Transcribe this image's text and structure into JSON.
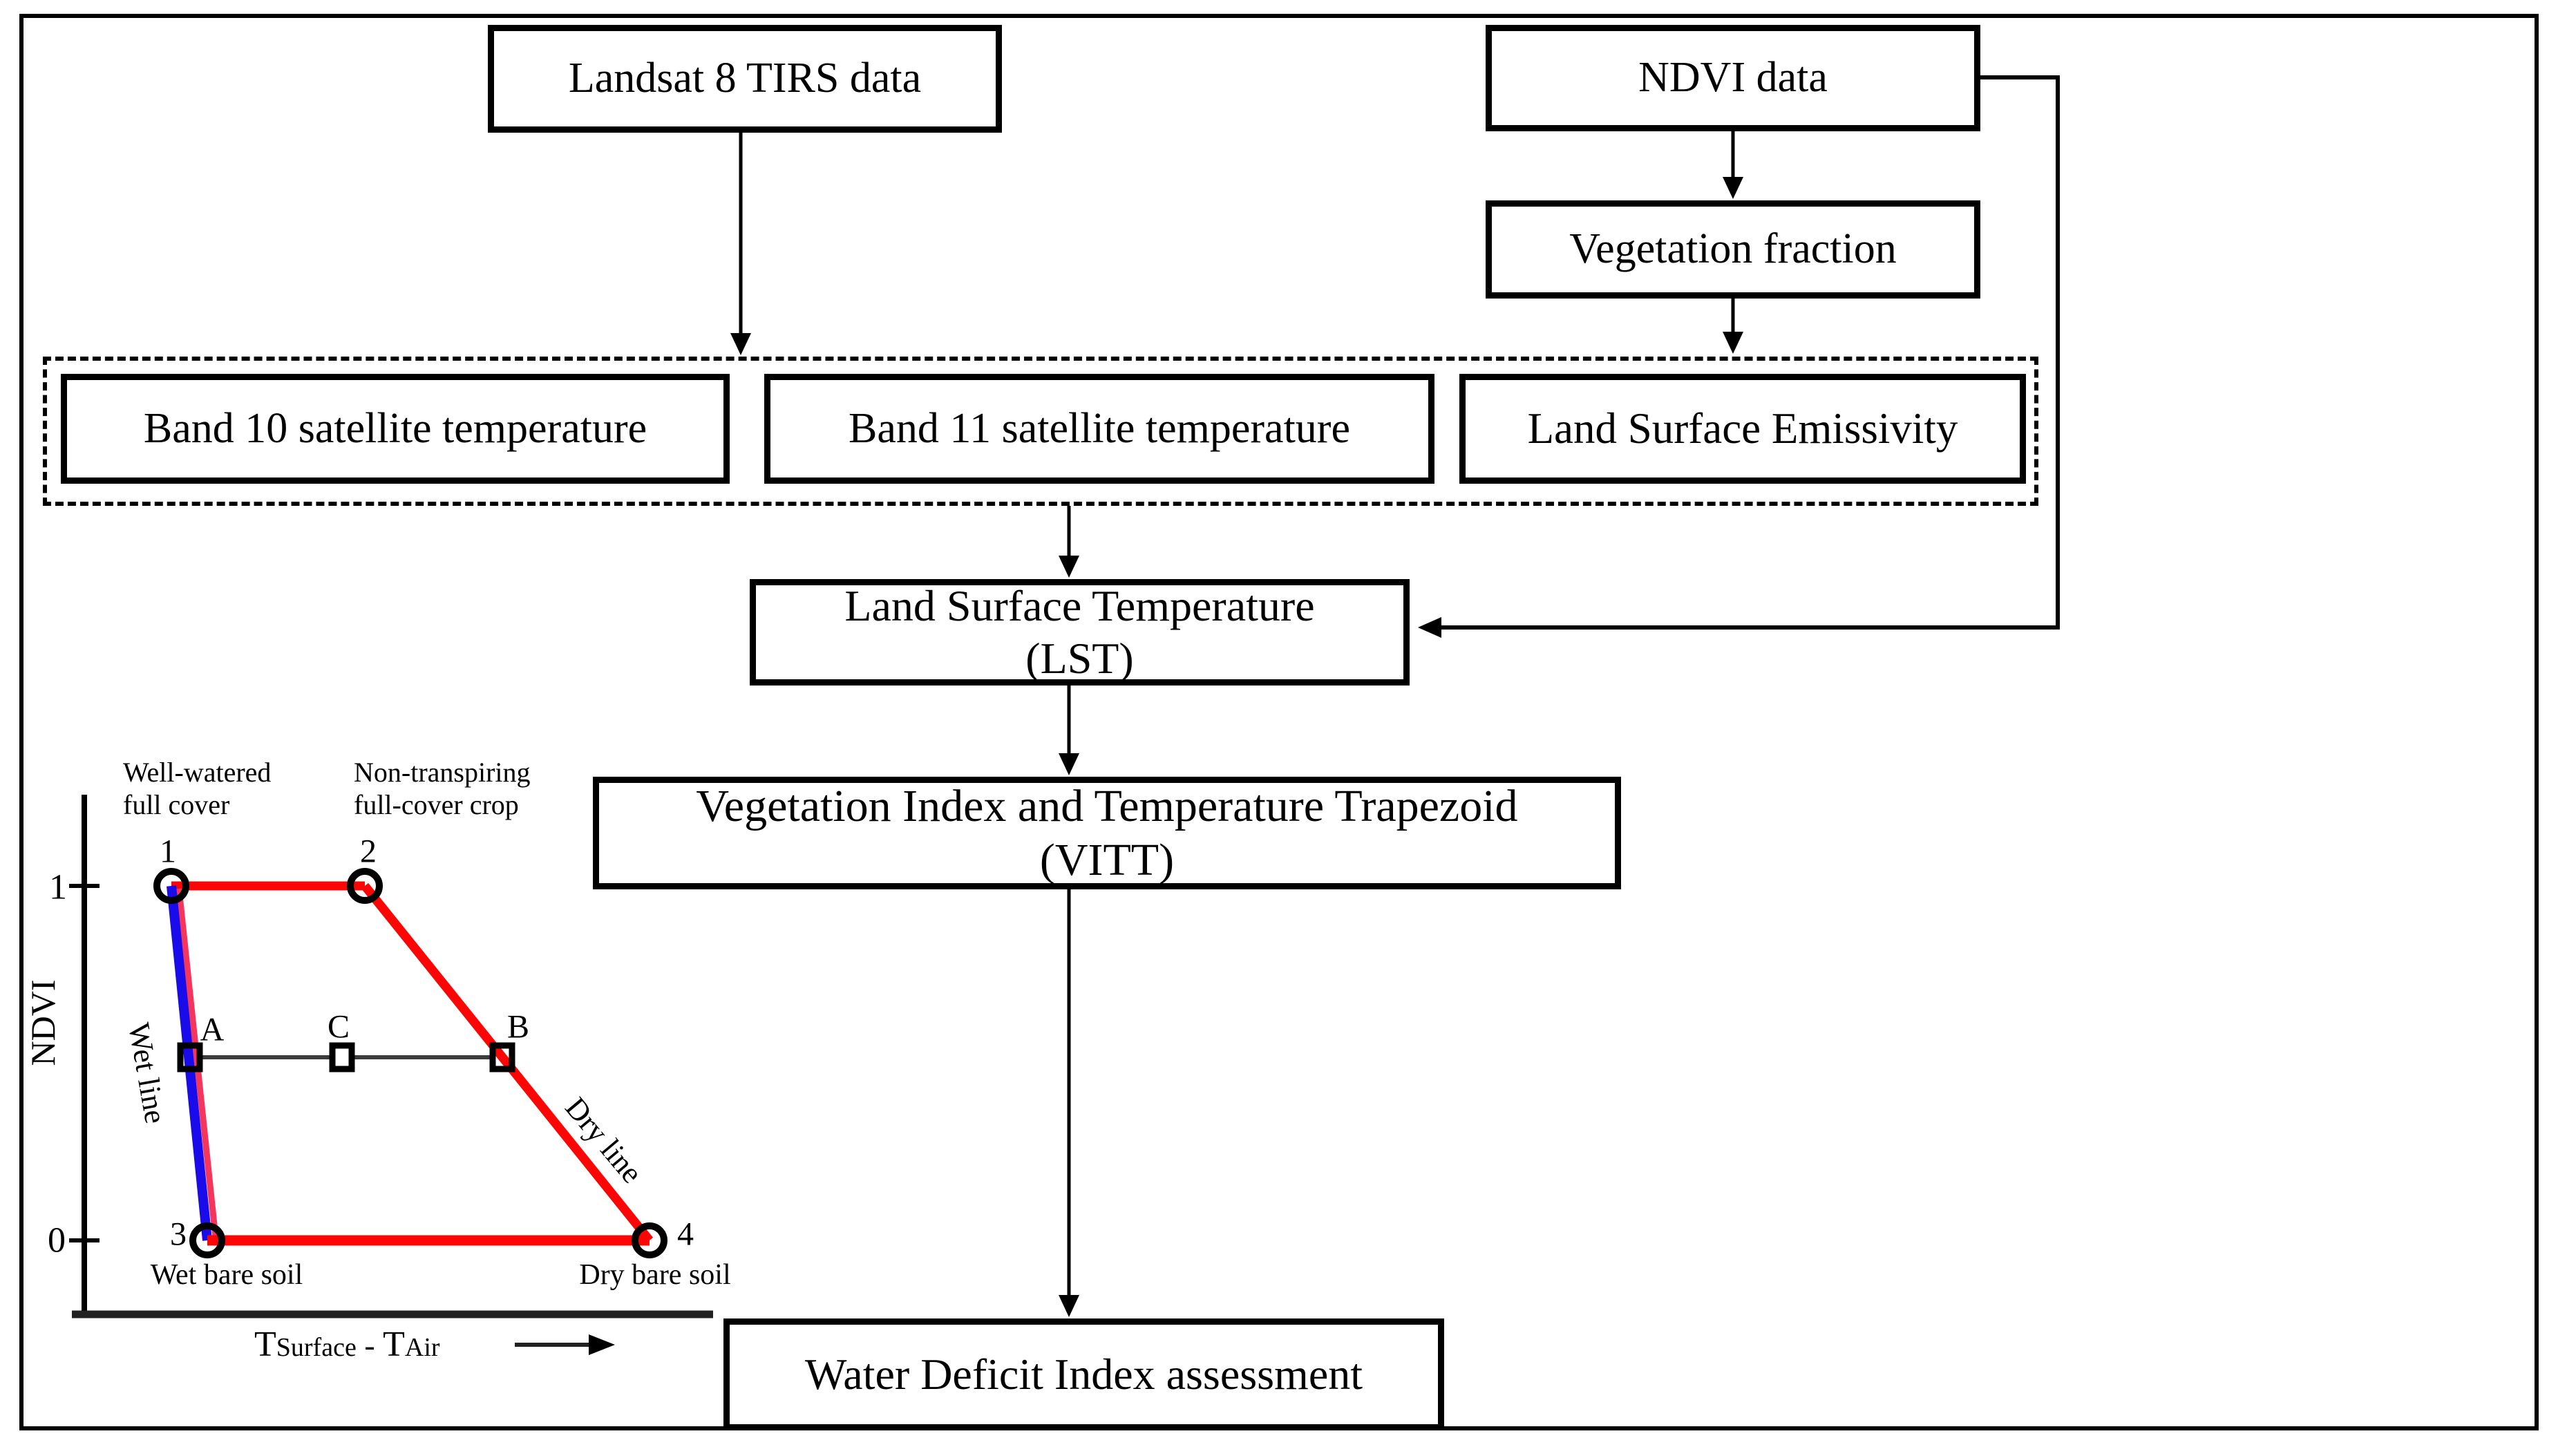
{
  "flowchart": {
    "landsat": {
      "label": "Landsat 8 TIRS data"
    },
    "ndvi": {
      "label": "NDVI data"
    },
    "vegetation_fraction": {
      "label": "Vegetation fraction"
    },
    "band10": {
      "label": "Band 10 satellite temperature"
    },
    "band11": {
      "label": "Band 11 satellite temperature"
    },
    "emissivity": {
      "label": "Land Surface Emissivity"
    },
    "lst": {
      "line1": "Land Surface Temperature",
      "line2": "(LST)"
    },
    "vitt": {
      "line1": "Vegetation Index and Temperature Trapezoid",
      "line2": "(VITT)"
    },
    "wdi": {
      "label": "Water Deficit Index assessment"
    }
  },
  "chart": {
    "ylabel": "NDVI",
    "ytick_top": "1",
    "ytick_bottom": "0",
    "xlabel": {
      "t1": "T",
      "sub1": "Surface",
      "sep": "-",
      "t2": "T",
      "sub2": "Air"
    },
    "points": {
      "p1": "1",
      "p2": "2",
      "p3": "3",
      "p4": "4",
      "a": "A",
      "b": "B",
      "c": "C"
    },
    "annotations": {
      "well_watered_l1": "Well-watered",
      "well_watered_l2": "full cover",
      "non_transpiring_l1": "Non-transpiring",
      "non_transpiring_l2": "full-cover crop",
      "wet_line": "Wet line",
      "dry_line": "Dry line",
      "wet_bare_soil": "Wet bare soil",
      "dry_bare_soil": "Dry bare soil"
    },
    "colors": {
      "dry_red": "#fe0404",
      "wet_blue": "#1a0beb",
      "wet_fringe": "#f5365c",
      "ab_gray": "#3c3c3c"
    }
  },
  "chart_data": {
    "type": "line",
    "title": "Vegetation Index and Temperature Trapezoid (VITT)",
    "xlabel": "TSurface - TAir",
    "ylabel": "NDVI",
    "ylim": [
      0,
      1
    ],
    "yticks": [
      0,
      1
    ],
    "vertices": [
      {
        "id": "1",
        "name": "Well-watered full cover",
        "x_rel": 0.16,
        "ndvi": 1
      },
      {
        "id": "2",
        "name": "Non-transpiring full-cover crop",
        "x_rel": 0.47,
        "ndvi": 1
      },
      {
        "id": "3",
        "name": "Wet bare soil",
        "x_rel": 0.22,
        "ndvi": 0
      },
      {
        "id": "4",
        "name": "Dry bare soil",
        "x_rel": 0.92,
        "ndvi": 0
      }
    ],
    "edges": [
      {
        "name": "Wet line",
        "from": "1",
        "to": "3",
        "color": "blue"
      },
      {
        "name": "Dry line",
        "from": "2",
        "to": "4",
        "color": "red"
      },
      {
        "name": "top edge",
        "from": "1",
        "to": "2",
        "color": "red"
      },
      {
        "name": "bottom edge",
        "from": "3",
        "to": "4",
        "color": "red"
      }
    ],
    "markers": [
      {
        "id": "A",
        "ndvi": 0.5,
        "on": "Wet line"
      },
      {
        "id": "C",
        "ndvi": 0.5,
        "on": "segment AB"
      },
      {
        "id": "B",
        "ndvi": 0.5,
        "on": "Dry line"
      }
    ]
  }
}
